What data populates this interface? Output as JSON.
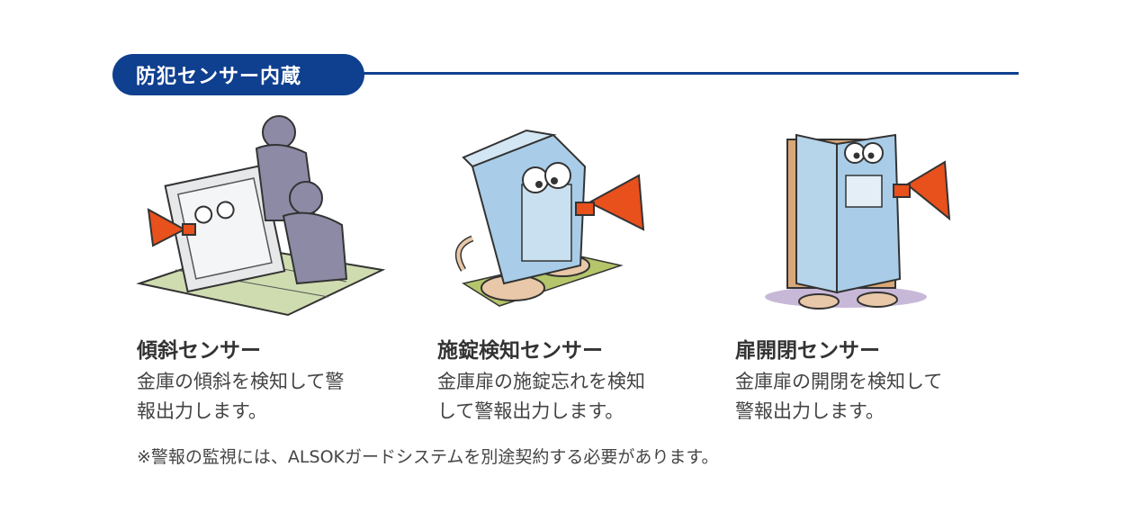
{
  "header": {
    "title": "防犯センサー内蔵"
  },
  "features": [
    {
      "title": "傾斜センサー",
      "desc_line1": "金庫の傾斜を検知して警",
      "desc_line2": "報出力します。"
    },
    {
      "title": "施錠検知センサー",
      "desc_line1": "金庫扉の施錠忘れを検知",
      "desc_line2": "して警報出力します。"
    },
    {
      "title": "扉開閉センサー",
      "desc_line1": "金庫扉の開閉を検知して",
      "desc_line2": "警報出力します。"
    }
  ],
  "footnote": "※警報の監視には、ALSOKガードシステムを別途契約する必要があります。",
  "colors": {
    "brand_blue": "#0f3f8f",
    "megaphone": "#e8501c",
    "safe": "#a9cde8"
  }
}
